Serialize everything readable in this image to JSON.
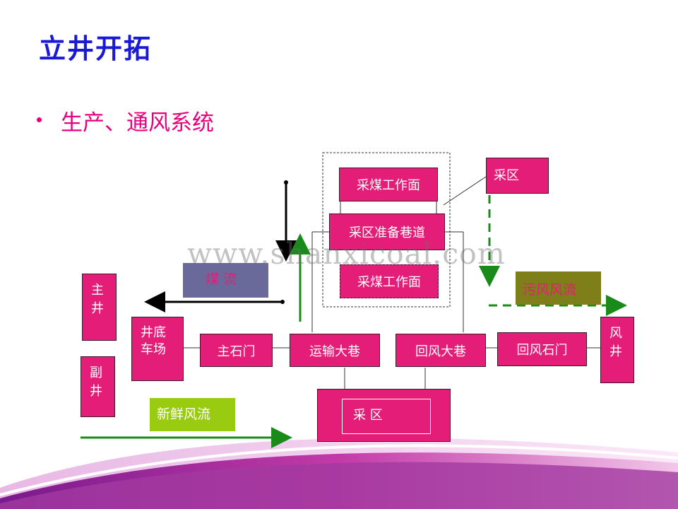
{
  "slide": {
    "title": "立井开拓",
    "bullet": "生产、通风系统",
    "watermark": "www.shanxicoal.com"
  },
  "diagram": {
    "boxes": {
      "main_shaft": "主井",
      "aux_shaft": "副井",
      "shaft_bottom_yard": "井底\n车场",
      "main_crosscut": "主石门",
      "haulage_roadway": "运输大巷",
      "return_roadway": "回风大巷",
      "return_crosscut": "回风石门",
      "ventilation_shaft": "风井",
      "mining_district": "采  区",
      "working_face_top": "采煤工作面",
      "district_prep_roadway": "采区准备巷道",
      "working_face_bottom": "采煤工作面"
    },
    "callout": "采区",
    "legend": {
      "coal_flow": "煤  流",
      "foul_air_flow": "污风风流",
      "fresh_air_flow": "新鲜风流"
    }
  },
  "colors": {
    "title": "#1a1ad6",
    "bullet": "#e6007e",
    "box_fill": "#e31d78",
    "coal_flow_legend": "#6a6a9a",
    "foul_air_legend": "#7f7f1a",
    "fresh_air_legend": "#99cc11",
    "fresh_air_arrow": "#1a8a1a",
    "foul_air_arrow": "#1a8a1a",
    "coal_arrow": "#000000"
  }
}
